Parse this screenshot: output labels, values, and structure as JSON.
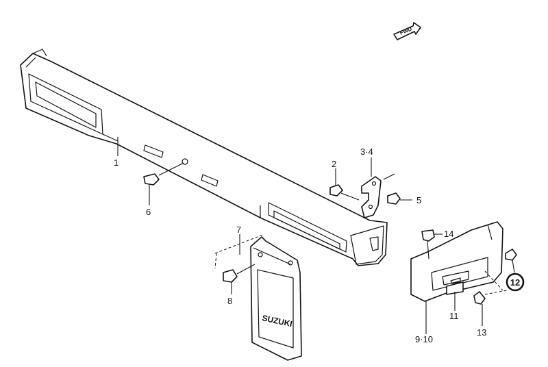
{
  "fwd_label": "FWD",
  "callouts": {
    "c1": "1",
    "c2": "2",
    "c34": "3·4",
    "c5": "5",
    "c6": "6",
    "c7": "7",
    "c8": "8",
    "c910": "9·10",
    "c11": "11",
    "c12": "12",
    "c13": "13",
    "c14": "14"
  },
  "mudflap_brand": "SUZUKI",
  "colors": {
    "line": "#111111",
    "background": "#ffffff"
  }
}
